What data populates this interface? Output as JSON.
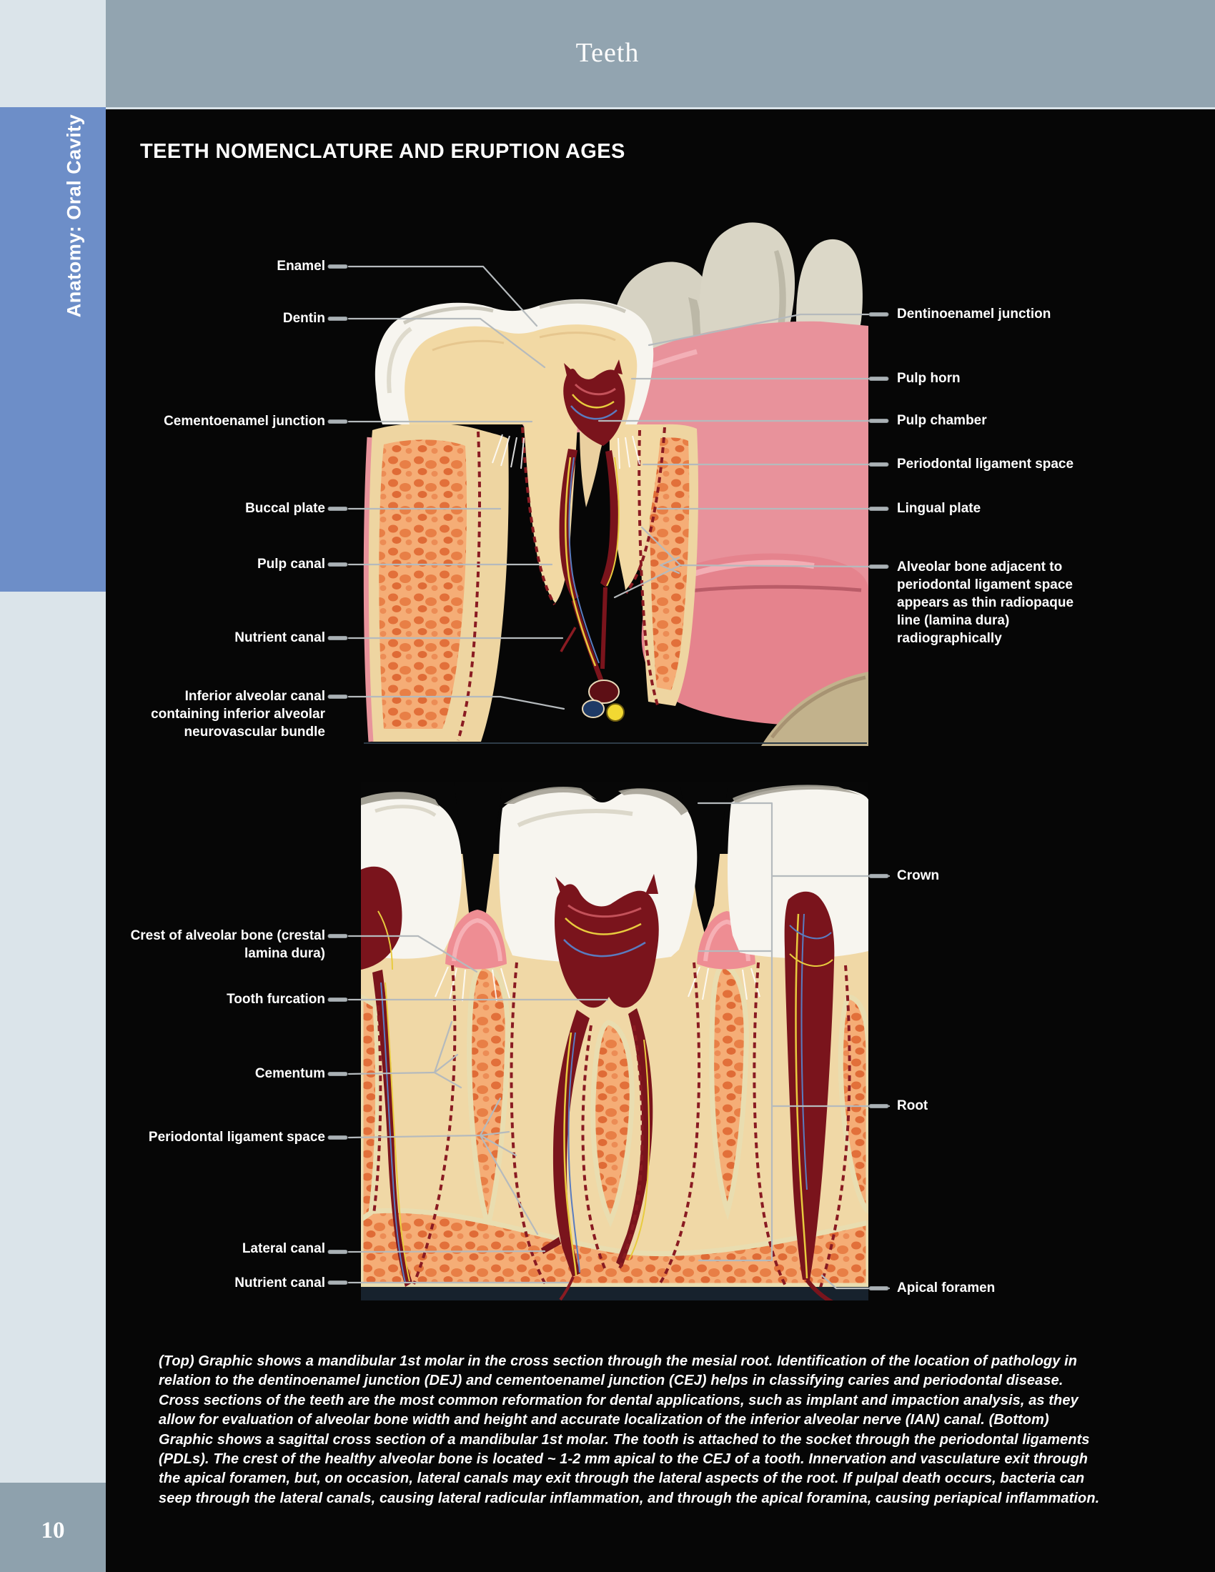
{
  "page": {
    "number": "10"
  },
  "header": {
    "title": "Teeth"
  },
  "sidebar": {
    "tab_label": "Anatomy: Oral Cavity"
  },
  "content": {
    "section_title": "TEETH NOMENCLATURE AND ERUPTION AGES"
  },
  "figure_top": {
    "labels_left": [
      "Enamel",
      "Dentin",
      "Cementoenamel junction",
      "Buccal plate",
      "Pulp canal",
      "Nutrient canal"
    ],
    "label_iac_lines": [
      "Inferior alveolar canal",
      "containing inferior alveolar",
      "neurovascular bundle"
    ],
    "labels_right": [
      "Dentinoenamel junction",
      "Pulp horn",
      "Pulp chamber",
      "Periodontal ligament space",
      "Lingual plate"
    ],
    "label_alveolar_lines": [
      "Alveolar bone adjacent to",
      "periodontal ligament space",
      "appears as thin radiopaque",
      "line (lamina dura)",
      "radiographically"
    ]
  },
  "figure_bottom": {
    "label_crest_lines": [
      "Crest of alveolar bone (crestal",
      "lamina dura)"
    ],
    "labels_left": [
      "Tooth furcation",
      "Cementum",
      "Periodontal ligament space",
      "Lateral canal",
      "Nutrient canal"
    ],
    "labels_right": [
      "Crown",
      "Root",
      "Apical foramen"
    ]
  },
  "caption": {
    "top_tag": "(Top)",
    "top_text": " Graphic shows a mandibular 1st molar in the cross section through the mesial root. Identification of the location of pathology in relation to the dentinoenamel junction (DEJ) and cementoenamel junction (CEJ) helps in classifying caries and periodontal disease. Cross sections of the teeth are the most common reformation for dental applications, such as implant and impaction analysis, as they allow for evaluation of alveolar bone width and height and accurate localization of the inferior alveolar nerve (IAN) canal. ",
    "bottom_tag": "(Bottom)",
    "bottom_text": " Graphic shows a sagittal cross section of a mandibular 1st molar. The tooth is attached to the socket through the periodontal ligaments (PDLs). The crest of the healthy alveolar bone is located ~ 1-2 mm apical to the CEJ of a tooth. Innervation and vasculature exit through the apical foramen, but, on occasion, lateral canals may exit through the lateral aspects of the root. If pulpal death occurs, bacteria can seep through the lateral canals, causing lateral radicular inflammation, and through the apical foramina, causing periapical inflammation."
  },
  "colors": {
    "header_bg": "#92a4b0",
    "sidebar_tab": "#6d8ec8",
    "page_bg": "#060606",
    "strip_bg": "#dbe4ea",
    "page_number_bg": "#8ea1ad",
    "label_text": "#ffffff",
    "leader_line": "#b5babd"
  }
}
